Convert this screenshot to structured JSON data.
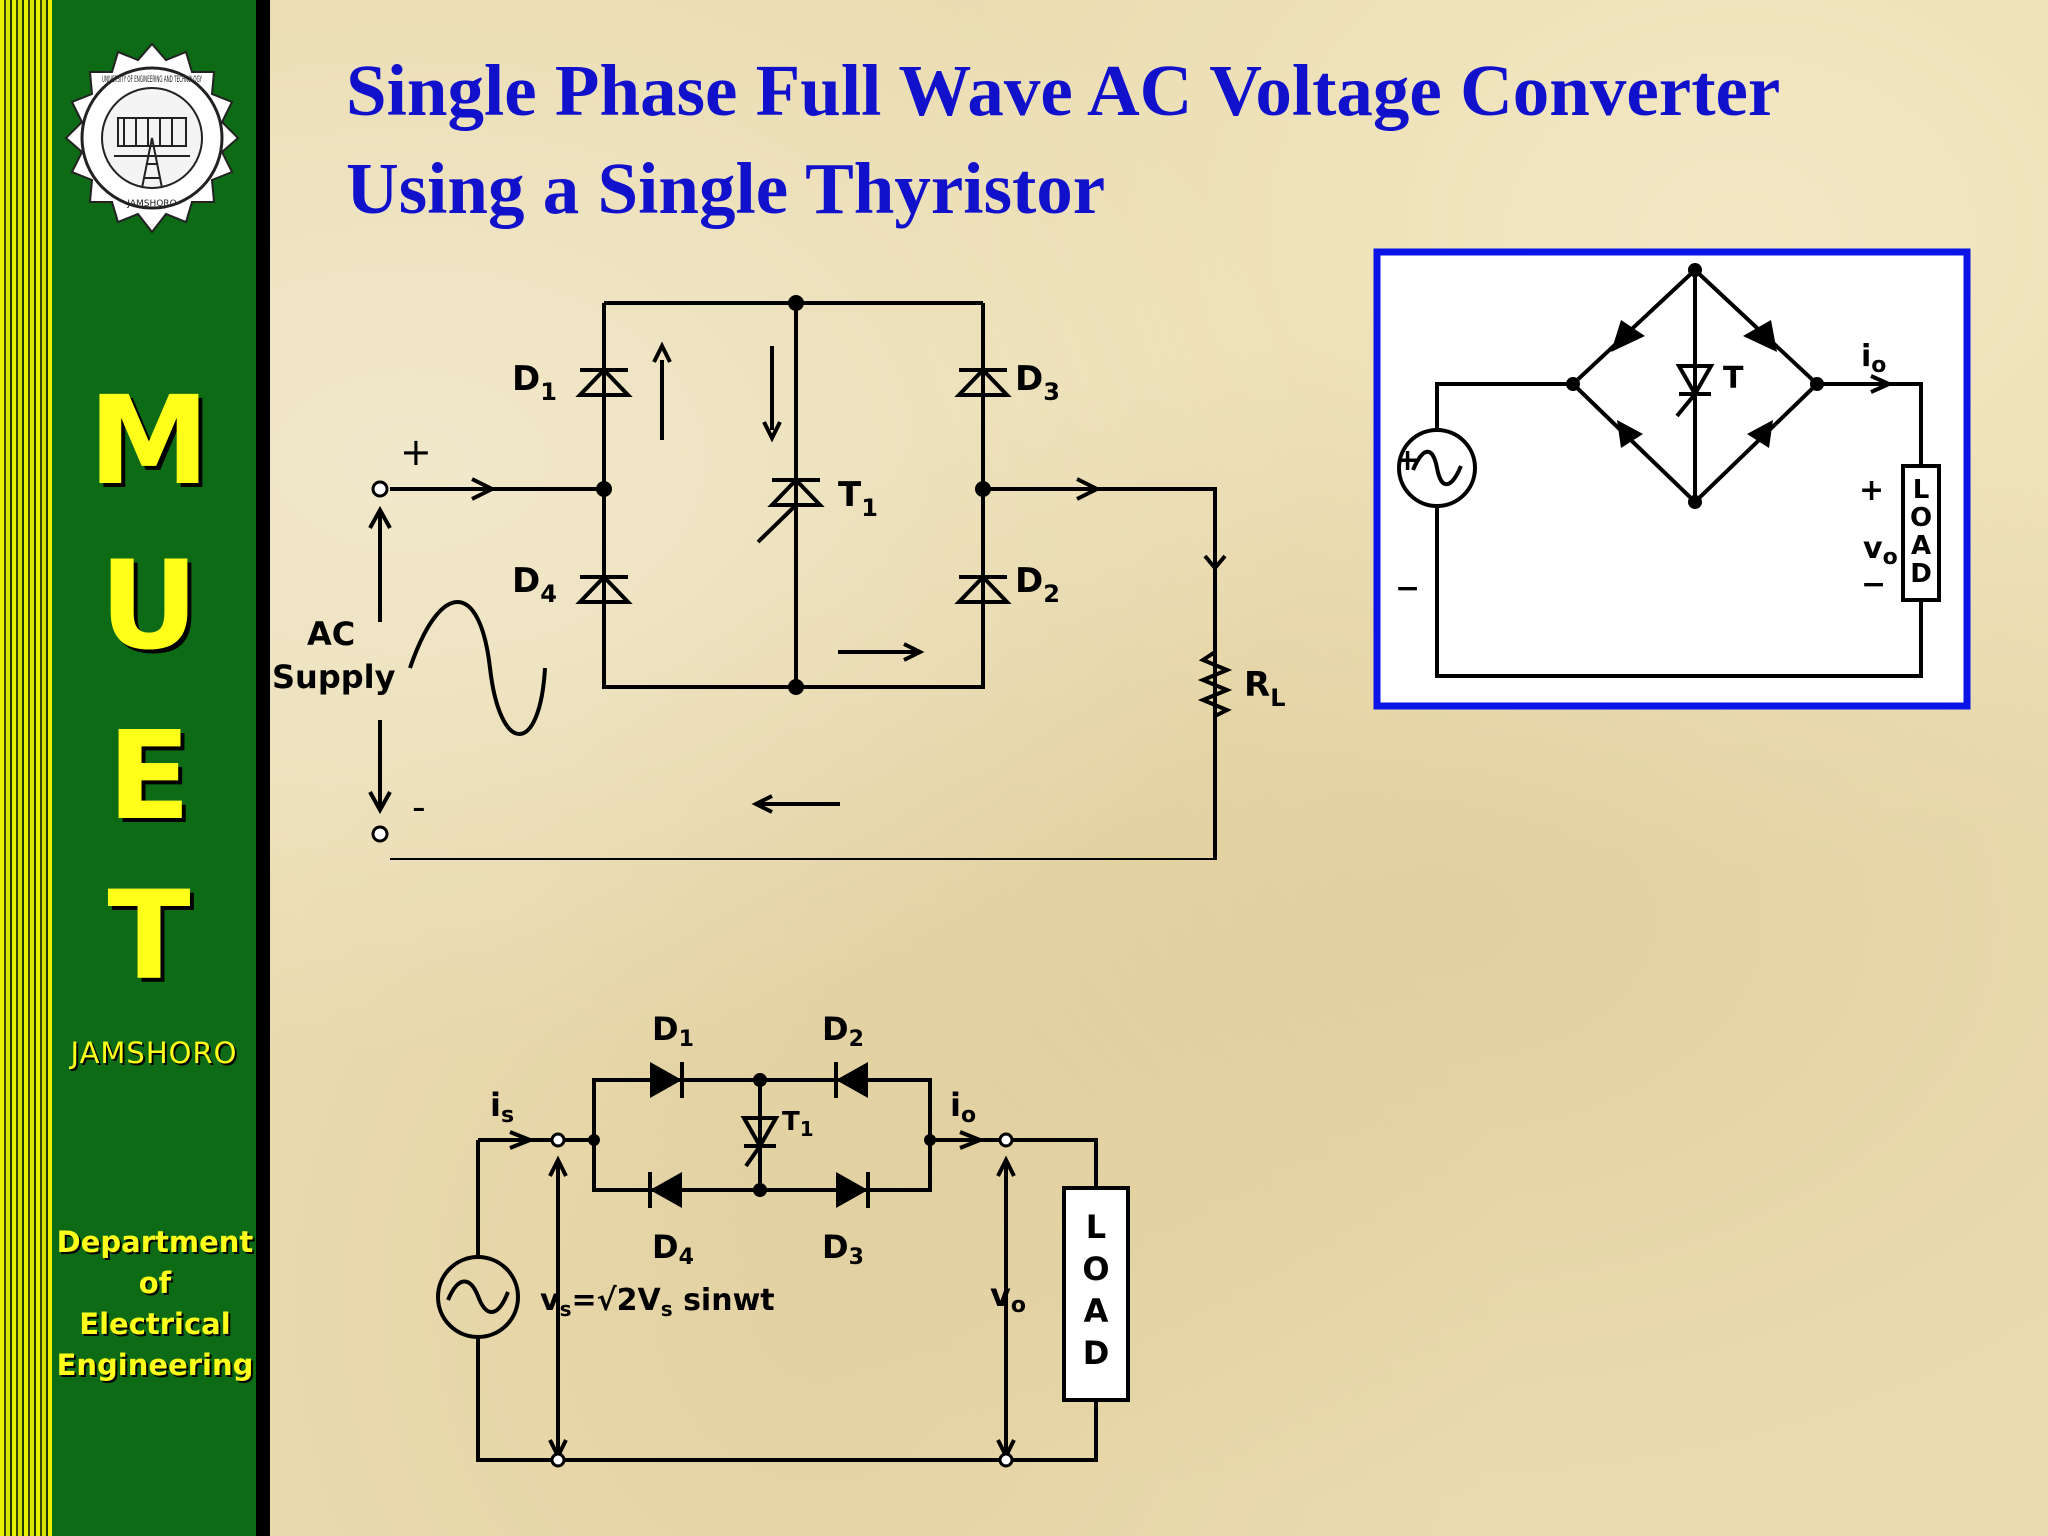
{
  "sidebar": {
    "logo_name": "university-seal-logo",
    "logo_text": [
      "UNIVERSITY OF ENGINEERING AND TECHNOLOGY",
      "JAMSHORO"
    ],
    "letters": [
      "M",
      "U",
      "E",
      "T"
    ],
    "city": "JAMSHORO",
    "department": [
      "Department",
      "of",
      "Electrical",
      "Engineering"
    ],
    "colors": {
      "panel": "#0c6b14",
      "text": "#ffff1a"
    }
  },
  "title": {
    "line1": "Single Phase Full Wave AC Voltage Converter",
    "line2": "Using a Single Thyristor",
    "color": "#1111cc"
  },
  "figure1": {
    "labels": {
      "d1": "D",
      "d1_sub": "1",
      "d2": "D",
      "d2_sub": "2",
      "d3": "D",
      "d3_sub": "3",
      "d4": "D",
      "d4_sub": "4",
      "t1": "T",
      "t1_sub": "1",
      "rl": "R",
      "rl_sub": "L",
      "plus": "+",
      "minus": "-",
      "ac": "AC",
      "supply": "Supply"
    }
  },
  "figure2": {
    "labels": {
      "t": "T",
      "io": "i",
      "io_sub": "o",
      "vo": "v",
      "vo_sub": "o",
      "plus": "+",
      "minus": "−",
      "load": [
        "L",
        "O",
        "A",
        "D"
      ]
    },
    "border_color": "#0a14e6"
  },
  "figure3": {
    "labels": {
      "d1": "D",
      "d1_sub": "1",
      "d2": "D",
      "d2_sub": "2",
      "d3": "D",
      "d3_sub": "3",
      "d4": "D",
      "d4_sub": "4",
      "t1": "T",
      "t1_sub": "1",
      "is": "i",
      "is_sub": "s",
      "io": "i",
      "io_sub": "o",
      "vs": "v",
      "vs_sub": "s",
      "vs_eq": "=√2V",
      "vs_eq_sub": "s",
      "vs_fn": " sinwt",
      "vo": "v",
      "vo_sub": "o",
      "load": [
        "L",
        "O",
        "A",
        "D"
      ]
    }
  }
}
